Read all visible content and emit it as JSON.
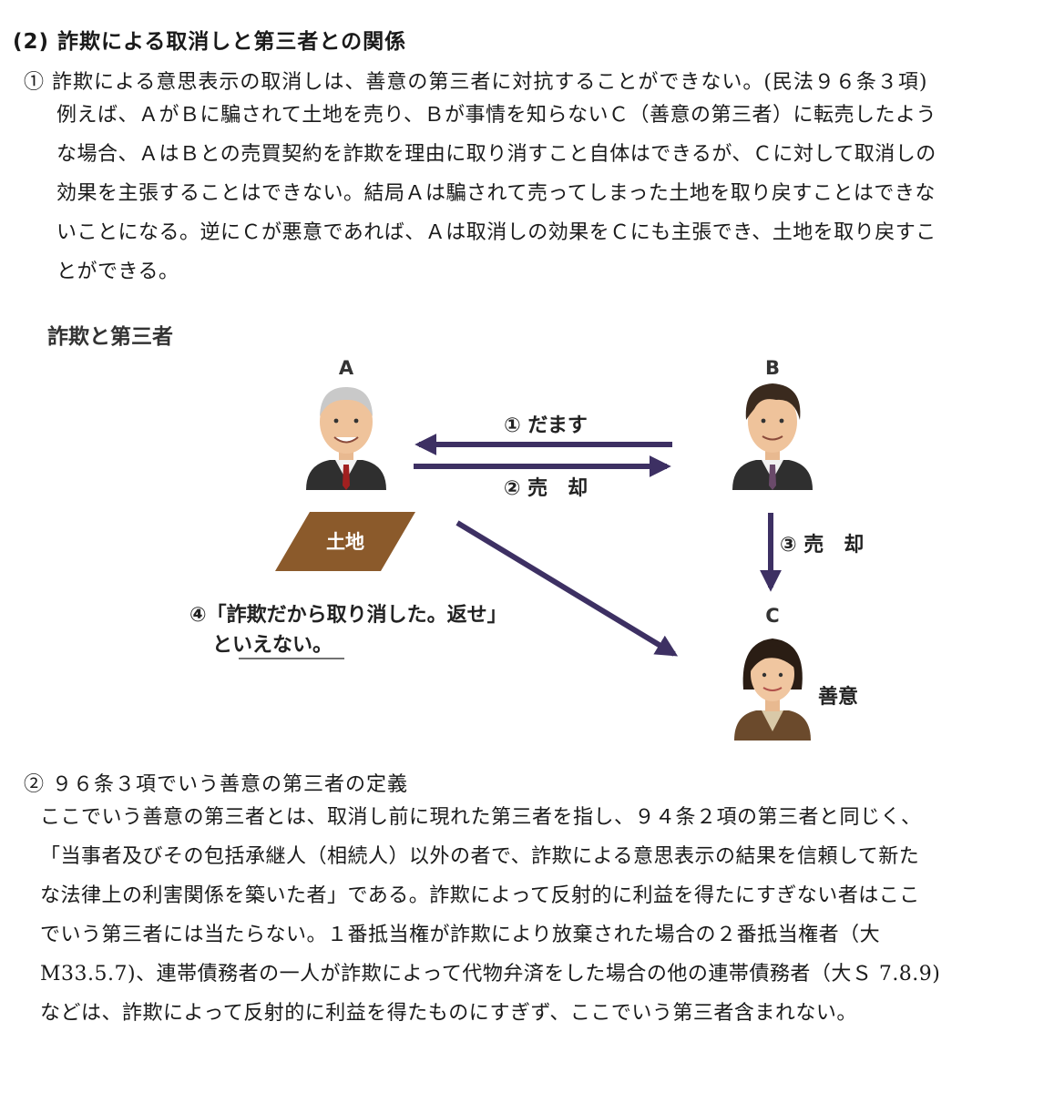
{
  "section": {
    "heading": "(2) 詐欺による取消しと第三者との関係"
  },
  "item1": {
    "title": "① 詐欺による意思表示の取消しは、善意の第三者に対抗することができない。(民法９６条３項)",
    "lines": [
      "例えば、ＡがＢに騙されて土地を売り、Ｂが事情を知らないＣ（善意の第三者）に転売したよう",
      "な場合、ＡはＢとの売買契約を詐欺を理由に取り消すこと自体はできるが、Ｃに対して取消しの",
      "効果を主張することはできない。結局Ａは騙されて売ってしまった土地を取り戻すことはできな",
      "いことになる。逆にＣが悪意であれば、Ａは取消しの効果をＣにも主張でき、土地を取り戻すこ",
      "とができる。"
    ]
  },
  "diagram": {
    "title": "詐欺と第三者",
    "person_a": "A",
    "person_b": "B",
    "person_c": "C",
    "land": "土地",
    "arrow1": "① だます",
    "arrow2": "② 売　却",
    "arrow3": "③ 売　却",
    "note_line1": "④「詐欺だから取り消した。返せ」",
    "note_line2": "といえない。",
    "c_status": "善意",
    "colors": {
      "arrow": "#3d3063",
      "land": "#8b5a2b",
      "suit_dark": "#2f2f2f",
      "suit_c": "#6b4a2c"
    }
  },
  "item2": {
    "title": "② ９６条３項でいう善意の第三者の定義",
    "lines": [
      "ここでいう善意の第三者とは、取消し前に現れた第三者を指し、９４条２項の第三者と同じく、",
      "「当事者及びその包括承継人（相続人）以外の者で、詐欺による意思表示の結果を信頼して新た",
      "な法律上の利害関係を築いた者」である。詐欺によって反射的に利益を得たにすぎない者はここ",
      "でいう第三者には当たらない。１番抵当権が詐欺により放棄された場合の２番抵当権者（大",
      "M33.5.7)、連帯債務者の一人が詐欺によって代物弁済をした場合の他の連帯債務者（大Ｓ 7.8.9)",
      "などは、詐欺によって反射的に利益を得たものにすぎず、ここでいう第三者含まれない。"
    ]
  }
}
